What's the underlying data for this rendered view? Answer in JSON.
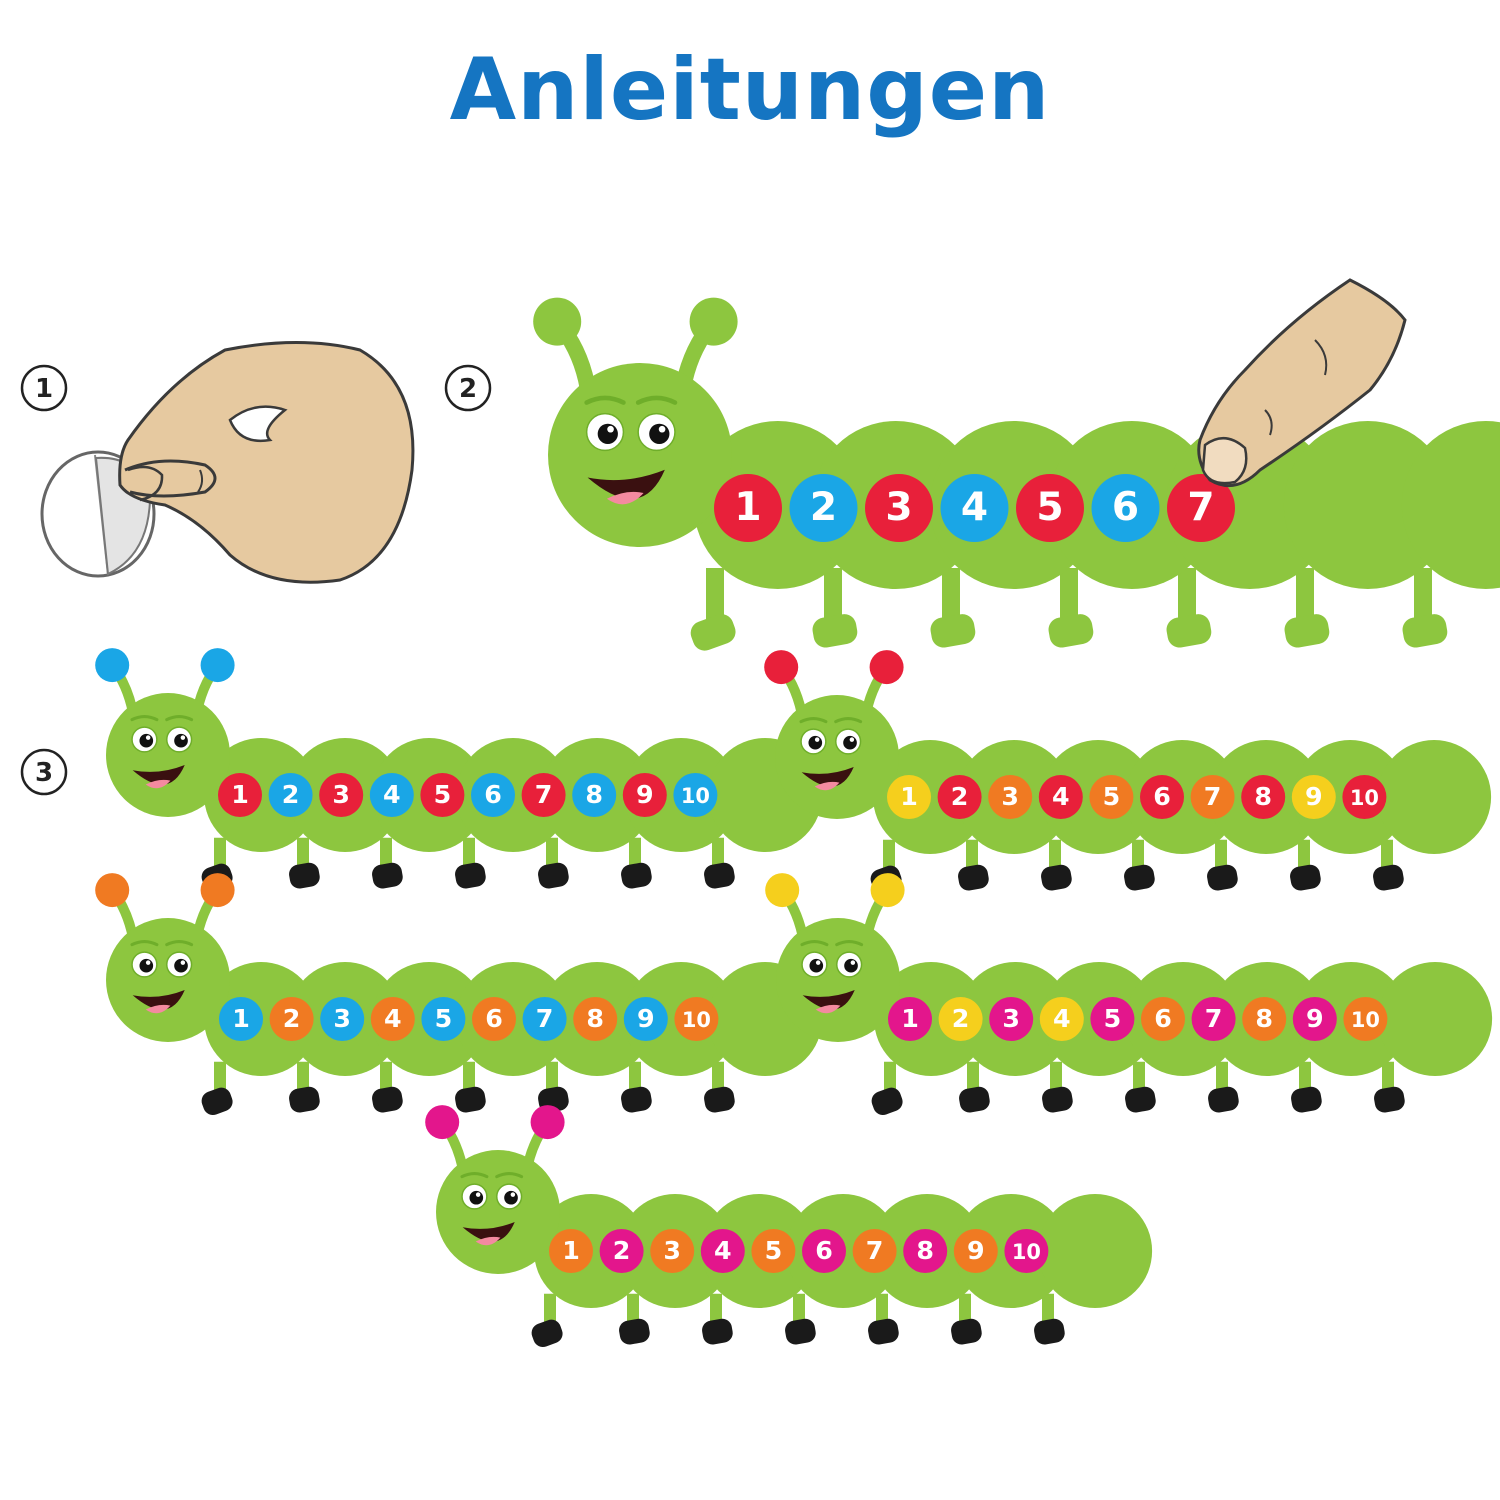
{
  "title": "Anleitungen",
  "steps": [
    {
      "label": "1",
      "content": "sticker-peel"
    },
    {
      "label": "2",
      "content": "sticker-place"
    },
    {
      "label": "3",
      "content": "finished-caterpillars"
    }
  ],
  "colors": {
    "title": "#1575c2",
    "body": "#8dc63f",
    "body_dark": "#6fae2a",
    "feet": "#1a1a1a",
    "skin": "#e6c9a0",
    "skin_outline": "#3a3a3a",
    "red": "#e8203a",
    "blue": "#1aa6e6",
    "orange": "#f07a22",
    "yellow": "#f5cf1d",
    "magenta": "#e3168c"
  },
  "demo_caterpillar": {
    "icon": "finger-pointing-icon",
    "numbers": [
      "1",
      "2",
      "3",
      "4",
      "5",
      "6",
      "7"
    ],
    "dot_colors": [
      "red",
      "blue",
      "red",
      "blue",
      "red",
      "blue",
      "red"
    ]
  },
  "caterpillars": [
    {
      "antenna_color": "blue",
      "numbers": [
        "1",
        "2",
        "3",
        "4",
        "5",
        "6",
        "7",
        "8",
        "9",
        "10"
      ],
      "dot_colors": [
        "red",
        "blue",
        "red",
        "blue",
        "red",
        "blue",
        "red",
        "blue",
        "red",
        "blue"
      ]
    },
    {
      "antenna_color": "red",
      "numbers": [
        "1",
        "2",
        "3",
        "4",
        "5",
        "6",
        "7",
        "8",
        "9",
        "10"
      ],
      "dot_colors": [
        "yellow",
        "red",
        "orange",
        "red",
        "orange",
        "red",
        "orange",
        "red",
        "yellow",
        "red"
      ]
    },
    {
      "antenna_color": "orange",
      "numbers": [
        "1",
        "2",
        "3",
        "4",
        "5",
        "6",
        "7",
        "8",
        "9",
        "10"
      ],
      "dot_colors": [
        "blue",
        "orange",
        "blue",
        "orange",
        "blue",
        "orange",
        "blue",
        "orange",
        "blue",
        "orange"
      ]
    },
    {
      "antenna_color": "yellow",
      "numbers": [
        "1",
        "2",
        "3",
        "4",
        "5",
        "6",
        "7",
        "8",
        "9",
        "10"
      ],
      "dot_colors": [
        "magenta",
        "yellow",
        "magenta",
        "yellow",
        "magenta",
        "orange",
        "magenta",
        "orange",
        "magenta",
        "orange"
      ]
    },
    {
      "antenna_color": "magenta",
      "numbers": [
        "1",
        "2",
        "3",
        "4",
        "5",
        "6",
        "7",
        "8",
        "9",
        "10"
      ],
      "dot_colors": [
        "orange",
        "magenta",
        "orange",
        "magenta",
        "orange",
        "magenta",
        "orange",
        "magenta",
        "orange",
        "magenta"
      ]
    }
  ]
}
